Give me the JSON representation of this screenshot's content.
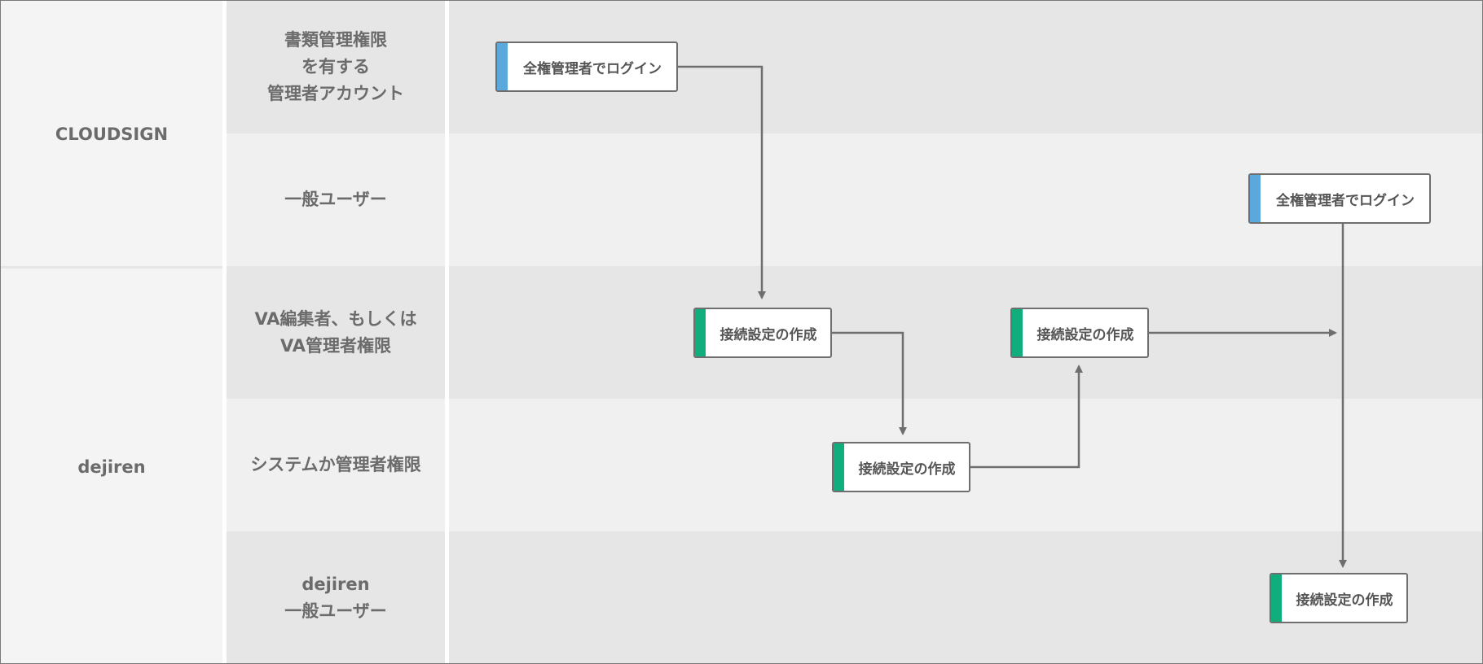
{
  "groups": {
    "cloudsign": "CLOUDSIGN",
    "dejiren": "dejiren"
  },
  "roles": {
    "doc_admin": "書類管理権限\nを有する\n管理者アカウント",
    "general_user": "一般ユーザー",
    "va_editor": "VA編集者、もしくは\nVA管理者権限",
    "system_admin": "システムか管理者権限",
    "dejiren_user": "dejiren\n一般ユーザー"
  },
  "nodes": {
    "login_1": "全権管理者でログイン",
    "login_2": "全権管理者でログイン",
    "connect_1": "接続設定の作成",
    "connect_2": "接続設定の作成",
    "connect_3": "接続設定の作成",
    "connect_4": "接続設定の作成"
  },
  "colors": {
    "login_accent": "#5aa8dc",
    "connect_accent": "#0fae7c",
    "connector": "#6e6e6e"
  }
}
